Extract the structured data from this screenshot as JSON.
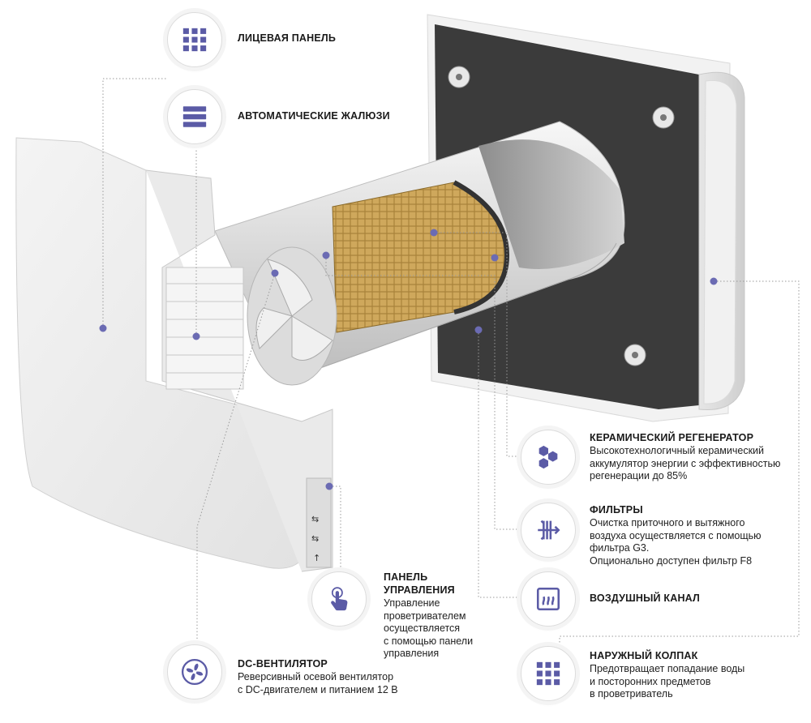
{
  "colors": {
    "accent": "#5b5ba6",
    "line": "#9a9a9a"
  },
  "callouts": {
    "front_panel": {
      "title": "ЛИЦЕВАЯ ПАНЕЛЬ",
      "icon": "grid-icon"
    },
    "auto_shutters": {
      "title": "АВТОМАТИЧЕСКИЕ ЖАЛЮЗИ",
      "icon": "shutters-icon"
    },
    "ceramic_regenerator": {
      "title": "КЕРАМИЧЕСКИЙ РЕГЕНЕРАТОР",
      "desc": "Высокотехнологичный керамический\nаккумулятор энергии с эффективностью\nрегенерации до 85%",
      "icon": "honeycomb-icon"
    },
    "filters": {
      "title": "ФИЛЬТРЫ",
      "desc": "Очистка приточного и вытяжного\nвоздуха осуществляется с помощью\nфильтра G3.\nОпционально доступен фильтр F8",
      "icon": "filter-icon"
    },
    "air_duct": {
      "title": "ВОЗДУШНЫЙ КАНАЛ",
      "icon": "heat-waves-icon"
    },
    "outer_hood": {
      "title": "НАРУЖНЫЙ КОЛПАК",
      "desc": "Предотвращает попадание воды\nи посторонних предметов\nв проветриватель",
      "icon": "grid-icon"
    },
    "control_panel": {
      "title": "ПАНЕЛЬ\nУПРАВЛЕНИЯ",
      "desc": "Управление\nпроветривателем\nосуществляется\nс помощью панели\nуправления",
      "icon": "touch-hand-icon"
    },
    "dc_fan": {
      "title": "DC-ВЕНТИЛЯТОР",
      "desc": "Реверсивный осевой вентилятор\nс DC-двигателем и питанием 12 В",
      "icon": "fan-icon"
    }
  }
}
